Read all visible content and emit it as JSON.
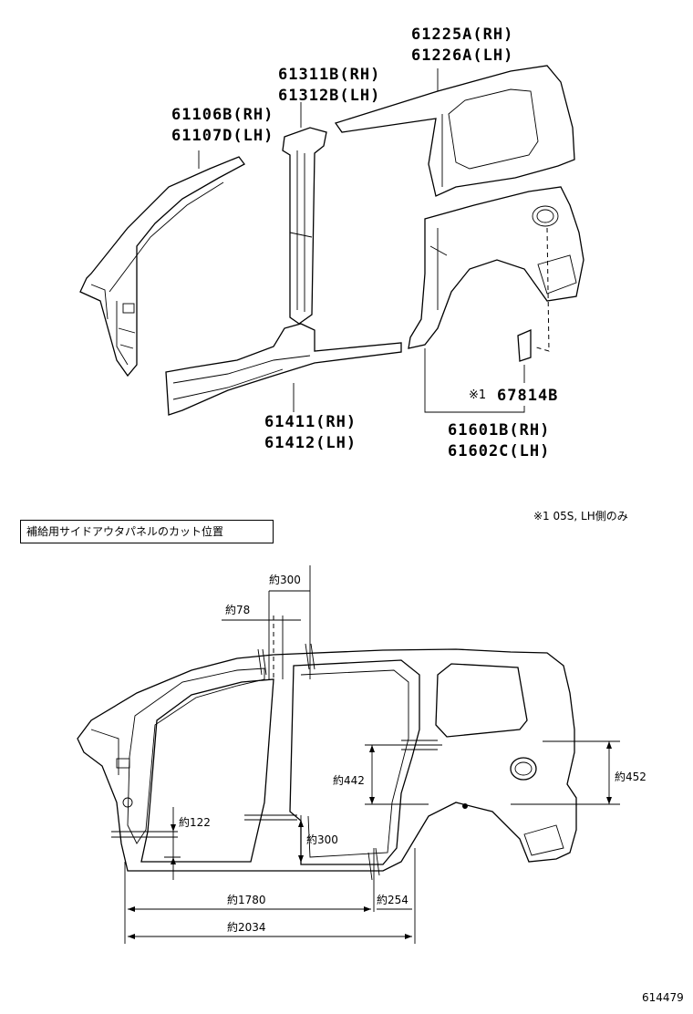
{
  "parts": {
    "quarter_panel": [
      "61225A(RH)",
      "61226A(LH)"
    ],
    "center_pillar": [
      "61311B(RH)",
      "61312B(LH)"
    ],
    "front_pillar": [
      "61106B(RH)",
      "61107D(LH)"
    ],
    "rocker_panel": [
      "61411(RH)",
      "61412(LH)"
    ],
    "quarter_lower": [
      "61601B(RH)",
      "61602C(LH)"
    ],
    "patch_mark": "※1",
    "patch": "67814B"
  },
  "footnote": "※1  05S, LH側のみ",
  "cut_title": "補給用サイドアウタパネルのカット位置",
  "dimensions": {
    "d300_top": "約300",
    "d78": "約78",
    "d122": "約122",
    "d300_mid": "約300",
    "d442": "約442",
    "d452": "約452",
    "d1780": "約1780",
    "d254": "約254",
    "d2034": "約2034"
  },
  "figure_id": "614479"
}
